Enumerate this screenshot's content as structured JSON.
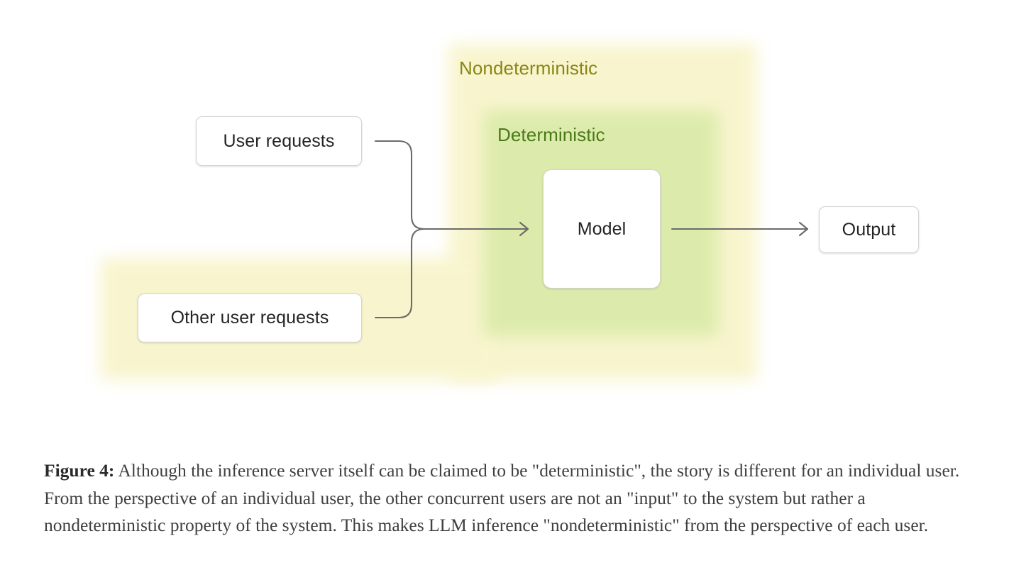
{
  "figure": {
    "regions": [
      {
        "id": "nondeterministic",
        "label": "Nondeterministic",
        "color": "#f8f5ce",
        "text_color": "#8a8514"
      },
      {
        "id": "deterministic",
        "label": "Deterministic",
        "color": "#dcebab",
        "text_color": "#4a7a18"
      }
    ],
    "nodes": [
      {
        "id": "user-requests",
        "label": "User requests"
      },
      {
        "id": "other-user-requests",
        "label": "Other user requests"
      },
      {
        "id": "model",
        "label": "Model"
      },
      {
        "id": "output",
        "label": "Output"
      }
    ],
    "edges": [
      {
        "from": "user-requests",
        "to": "model"
      },
      {
        "from": "other-user-requests",
        "to": "model"
      },
      {
        "from": "model",
        "to": "output"
      }
    ],
    "edge_color": "#6b6b6b"
  },
  "caption": {
    "label": "Figure 4:",
    "text": " Although the inference server itself can be claimed to be \"deterministic\", the story is different for an individual user. From the perspective of an individual user, the other concurrent users are not an \"input\" to the system but rather a nondeterministic property of the system. This makes LLM inference \"nondeterministic\" from the perspective of each user."
  }
}
